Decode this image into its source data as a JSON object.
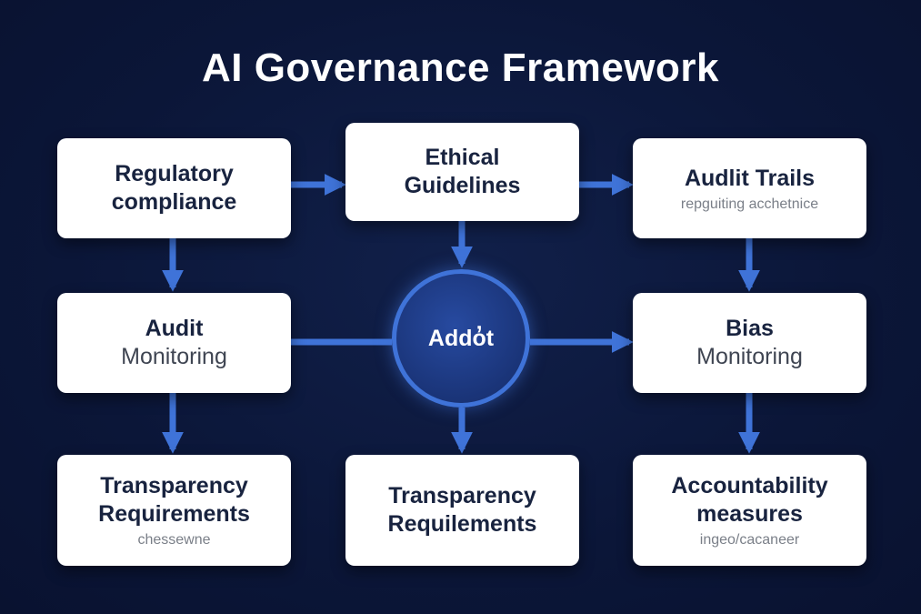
{
  "title": "AI Governance Framework",
  "colors": {
    "background": "#0b1638",
    "accent": "#3f73d8",
    "box": "#ffffff",
    "box_text": "#18233f"
  },
  "nodes": {
    "regulatory": {
      "line1": "Regulatory",
      "line2": "compliance"
    },
    "ethical": {
      "line1": "Ethical",
      "line2": "Guidelines"
    },
    "audit_trails": {
      "line1": "Audlit Trails",
      "sub": "repguiting acchetnice"
    },
    "audit_monitoring": {
      "line1": "Audit",
      "line2": "Monitoring"
    },
    "hub": {
      "label": "Addo̓t"
    },
    "bias": {
      "line1": "Bias",
      "line2": "Monitoring"
    },
    "transparency_left": {
      "line1": "Transparency",
      "line2": "Requirements",
      "sub": "chessewne"
    },
    "transparency_center": {
      "line1": "Transparency",
      "line2": "Requilements"
    },
    "accountability": {
      "line1": "Accountability",
      "line2": "measures",
      "sub": "ingeo/cacaneer"
    }
  }
}
